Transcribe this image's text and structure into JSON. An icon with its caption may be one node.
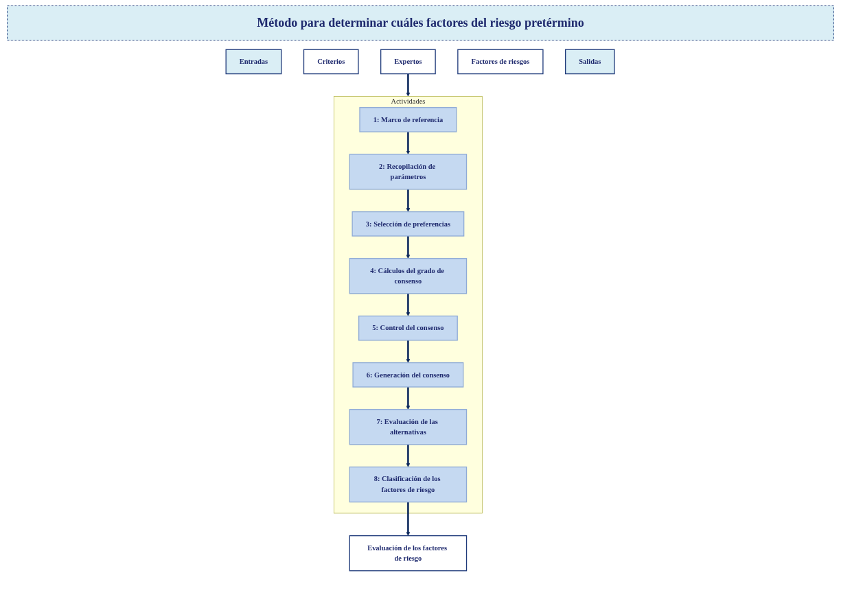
{
  "diagram": {
    "title": "Método para determinar cuáles factores del riesgo pretérmino",
    "nodes": [
      {
        "text": [
          "Entradas"
        ]
      },
      {
        "text": [
          "Criterios"
        ]
      },
      {
        "text": [
          "Expertos"
        ]
      },
      {
        "text": [
          "Factores de riesgos"
        ]
      },
      {
        "text": [
          "Actividades"
        ]
      },
      {
        "text": [
          "1: Marco de referencia"
        ],
        "in": 4
      },
      {
        "text": [
          "2: Recopilación de parámetros"
        ],
        "in": 4
      },
      {
        "text": [
          "3: Selección de preferencias"
        ],
        "in": 4
      },
      {
        "text": [
          "4: Cálculos del grado de consenso"
        ],
        "in": 4
      },
      {
        "text": [
          "5: Control del consenso"
        ],
        "in": 4
      },
      {
        "text": [
          "6: Generación del consenso"
        ],
        "in": 4
      },
      {
        "text": [
          "7: Evaluación de las alternativas"
        ],
        "in": 4
      },
      {
        "text": [
          "8: Clasificación de los factores de riesgo"
        ],
        "in": 4
      },
      {
        "text": [
          "Salidas"
        ]
      },
      {
        "text": [
          "Evaluación de los factores de riesgo"
        ]
      }
    ],
    "edges": [
      {
        "from": 2,
        "to": 4,
        "arrow": "to"
      },
      {
        "from": 5,
        "to": 6,
        "arrow": "to"
      },
      {
        "from": 6,
        "to": 7,
        "arrow": "to"
      },
      {
        "from": 7,
        "to": 8,
        "arrow": "to"
      },
      {
        "from": 8,
        "to": 9,
        "arrow": "to"
      },
      {
        "from": 9,
        "to": 10,
        "arrow": "to"
      },
      {
        "from": 10,
        "to": 11,
        "arrow": "to"
      },
      {
        "from": 11,
        "to": 12,
        "arrow": "to"
      },
      {
        "from": 12,
        "to": 14,
        "arrow": "to"
      }
    ]
  }
}
